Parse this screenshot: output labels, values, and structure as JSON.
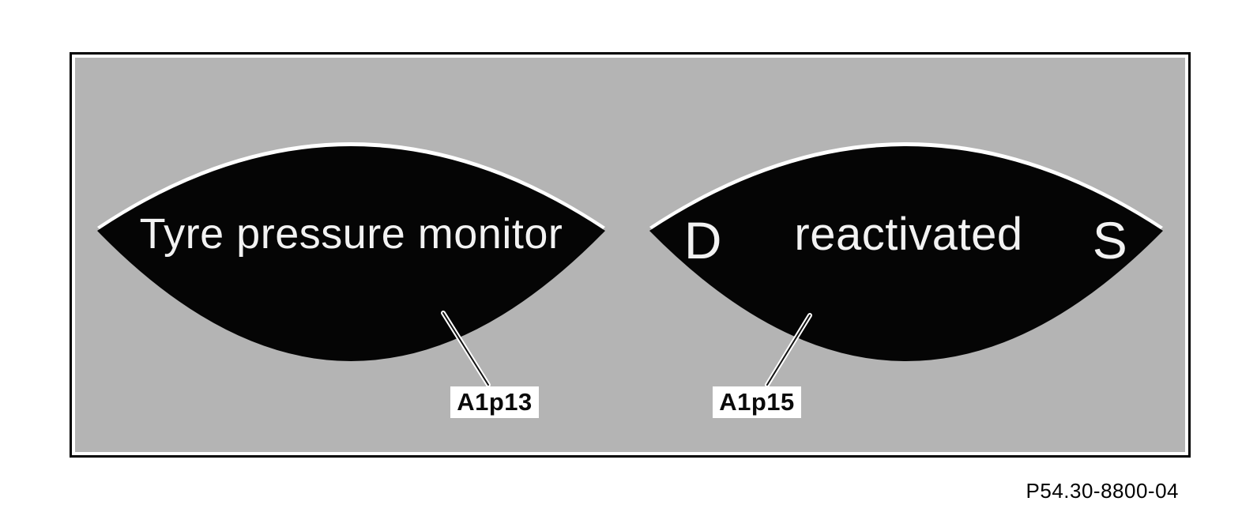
{
  "figure_ref": "P54.30-8800-04",
  "colors": {
    "page_bg": "#ffffff",
    "panel_bg": "#b4b4b4",
    "frame_border": "#000000",
    "lens_fill": "#050505",
    "lens_highlight": "#ffffff",
    "lens_text": "#f2f2f2",
    "callout_bg": "#ffffff",
    "callout_text": "#0a0a0a",
    "leader_line": "#111111"
  },
  "displays": [
    {
      "text": "Tyre pressure monitor",
      "callout": "A1p13"
    },
    {
      "left_letter": "D",
      "text": "reactivated",
      "right_letter": "S",
      "callout": "A1p15"
    }
  ]
}
